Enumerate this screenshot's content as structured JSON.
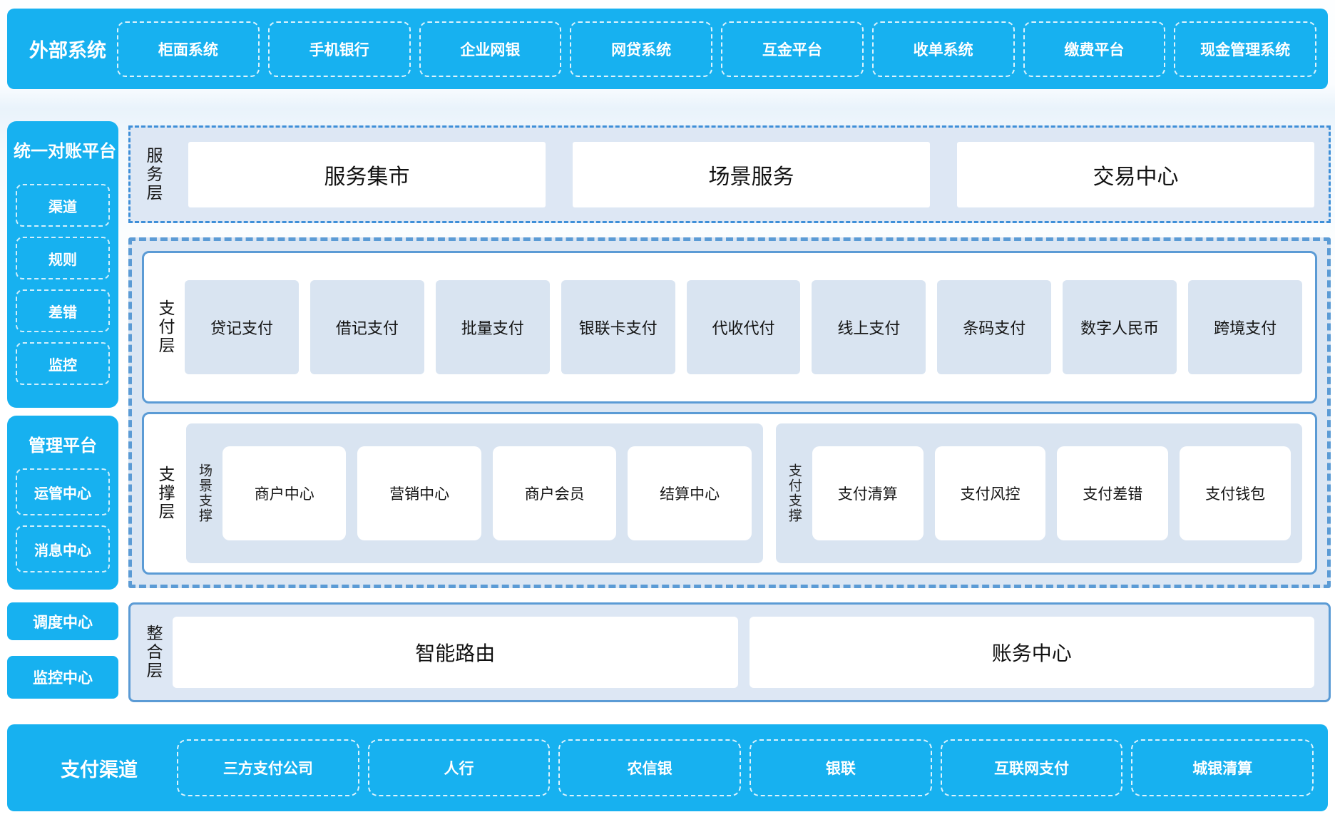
{
  "colors": {
    "brand_blue": "#17b1f0",
    "panel_bg": "#dde7f4",
    "inner_box_bg": "#d9e4f1",
    "solid_border": "#5b9bd5",
    "dashdot_border": "#3e8fd8",
    "text_dark": "#1b1b1b",
    "text_on_blue": "#ffffff"
  },
  "top_bar": {
    "title": "外部系统",
    "items": [
      "柜面系统",
      "手机银行",
      "企业网银",
      "网贷系统",
      "互金平台",
      "收单系统",
      "缴费平台",
      "现金管理系统"
    ]
  },
  "left_column": {
    "reconciliation": {
      "title": "统一对账平台",
      "items": [
        "渠道",
        "规则",
        "差错",
        "监控"
      ]
    },
    "management": {
      "title": "管理平台",
      "items": [
        "运管中心",
        "消息中心"
      ]
    },
    "dispatch_center": "调度中心",
    "monitor_center": "监控中心"
  },
  "service_layer": {
    "label": "服务层",
    "items": [
      "服务集市",
      "场景服务",
      "交易中心"
    ]
  },
  "payment_layer": {
    "label": "支付层",
    "items": [
      "贷记支付",
      "借记支付",
      "批量支付",
      "银联卡支付",
      "代收代付",
      "线上支付",
      "条码支付",
      "数字人民币",
      "跨境支付"
    ]
  },
  "support_layer": {
    "label": "支撑层",
    "groups": [
      {
        "label": "场景支撑",
        "items": [
          "商户中心",
          "营销中心",
          "商户会员",
          "结算中心"
        ]
      },
      {
        "label": "支付支撑",
        "items": [
          "支付清算",
          "支付风控",
          "支付差错",
          "支付钱包"
        ]
      }
    ]
  },
  "integration_layer": {
    "label": "整合层",
    "items": [
      "智能路由",
      "账务中心"
    ]
  },
  "bottom_bar": {
    "title": "支付渠道",
    "items": [
      "三方支付公司",
      "人行",
      "农信银",
      "银联",
      "互联网支付",
      "城银清算"
    ]
  }
}
